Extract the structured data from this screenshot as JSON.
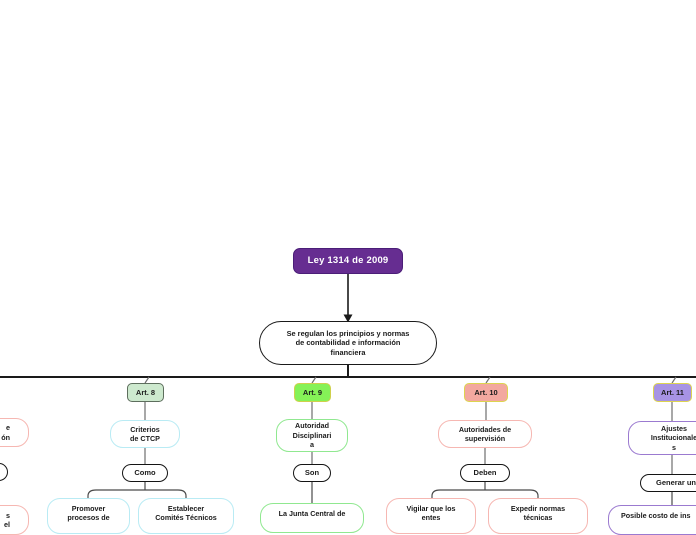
{
  "title": {
    "label": "Ley 1314 de 2009"
  },
  "summary": {
    "text": "Se regulan los principios y normas\nde contabilidad e información\nfinanciera"
  },
  "branches": [
    {
      "art_label": "Art. 8",
      "topic": "Criterios\nde CTCP",
      "connector": "Como",
      "children": [
        "Promover\nprocesos de",
        "Establecer\nComités Técnicos"
      ]
    },
    {
      "art_label": "Art. 9",
      "topic": "Autoridad\nDisciplinari\na",
      "connector": "Son",
      "children": [
        "La Junta Central de"
      ]
    },
    {
      "art_label": "Art. 10",
      "topic": "Autoridades de\nsupervisión",
      "connector": "Deben",
      "children": [
        "Vigilar que los\nentes",
        "Expedir normas\ntécnicas"
      ]
    },
    {
      "art_label": "Art. 11",
      "topic": "Ajustes\nInstitucionale\ns",
      "connector": "Generar un",
      "children": [
        "Posible costo de ins"
      ]
    }
  ],
  "partials": {
    "top_left_topic": "e\nón",
    "bottom_left_child": "s\nel"
  },
  "colors": {
    "root_fill": "#662d91",
    "art8_fill": "#cde9ce",
    "art9_fill": "#85f257",
    "art10_fill": "#f3a89f",
    "art11_fill": "#a793e4",
    "art_border_yellow": "#ddd44f",
    "cyan_border": "#b9ebf4",
    "green_border": "#90e890",
    "pink_border": "#f6b7b2",
    "purple_border": "#9b7ad0",
    "line_color": "#1a1a1a"
  }
}
